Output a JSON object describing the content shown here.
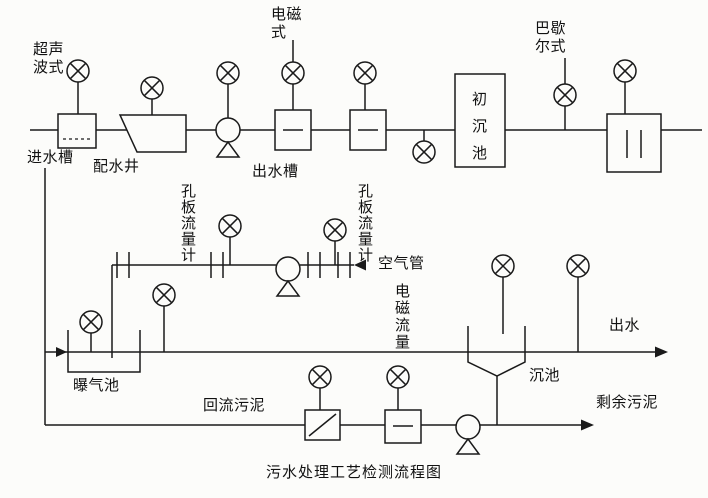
{
  "diagram": {
    "caption": "污水处理工艺检测流程图",
    "labels": {
      "ultrasonic": "超声波式",
      "inlet_channel": "进水槽",
      "distribution_well": "配水井",
      "outlet_channel": "出水槽",
      "electromagnetic_type": "电磁式",
      "primary_sedimentation_tank": "初沉池",
      "parshall_type": "巴歇尔式",
      "orifice_flowmeter": "孔板流量计",
      "air_pipe": "空气管",
      "electromagnetic_flow": "电磁流量",
      "aeration_tank": "曝气池",
      "effluent": "出水",
      "sedimentation_tank": "沉池",
      "return_sludge": "回流污泥",
      "excess_sludge": "剩余污泥"
    },
    "colors": {
      "line": "#1a1a1a",
      "background": "#fcfcfa"
    }
  }
}
